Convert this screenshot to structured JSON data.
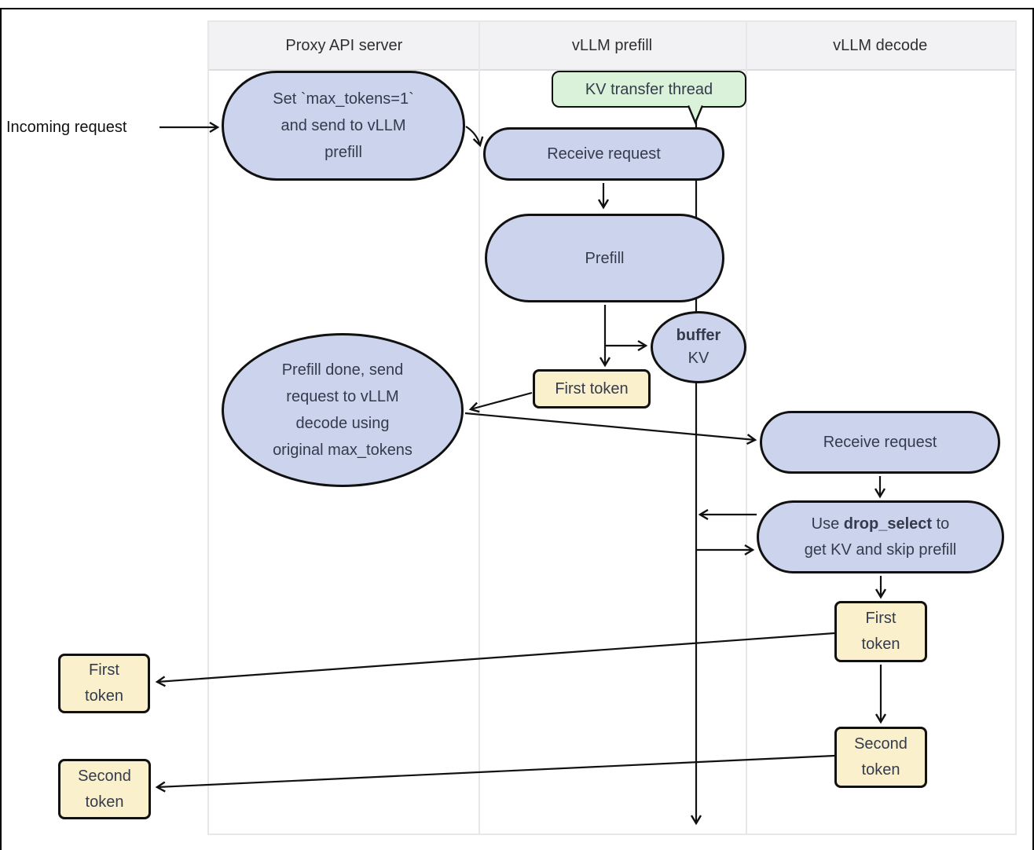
{
  "diagram": {
    "columns": [
      {
        "label": "Proxy API server"
      },
      {
        "label": "vLLM prefill"
      },
      {
        "label": "vLLM decode"
      }
    ],
    "incoming_label": "Incoming request",
    "nodes": {
      "set_max_tokens": {
        "line1": "Set `max_tokens=1`",
        "line2": "and send to vLLM",
        "line3": "prefill"
      },
      "kv_transfer_thread": {
        "label": "KV transfer thread"
      },
      "receive_request_prefill": {
        "label": "Receive request"
      },
      "prefill": {
        "label": "Prefill"
      },
      "buffer_kv": {
        "bold": "buffer",
        "rest": "KV"
      },
      "first_token_prefill": {
        "label": "First token"
      },
      "prefill_done": {
        "line1": "Prefill done, send",
        "line2": "request to vLLM",
        "line3": "decode using",
        "line4": "original max_tokens"
      },
      "receive_request_decode": {
        "label": "Receive request"
      },
      "drop_select": {
        "pre": "Use ",
        "bold": "drop_select",
        "post": " to",
        "line2": "get KV and skip prefill"
      },
      "first_token_decode": {
        "line1": "First",
        "line2": "token"
      },
      "second_token_decode": {
        "line1": "Second",
        "line2": "token"
      },
      "first_token_out": {
        "line1": "First",
        "line2": "token"
      },
      "second_token_out": {
        "line1": "Second",
        "line2": "token"
      }
    },
    "colors": {
      "node_fill": "#ccd3ec",
      "token_fill": "#faf0cc",
      "thread_fill": "#d9f2d9",
      "header_bg": "#f2f2f4",
      "line": "#111111"
    }
  }
}
